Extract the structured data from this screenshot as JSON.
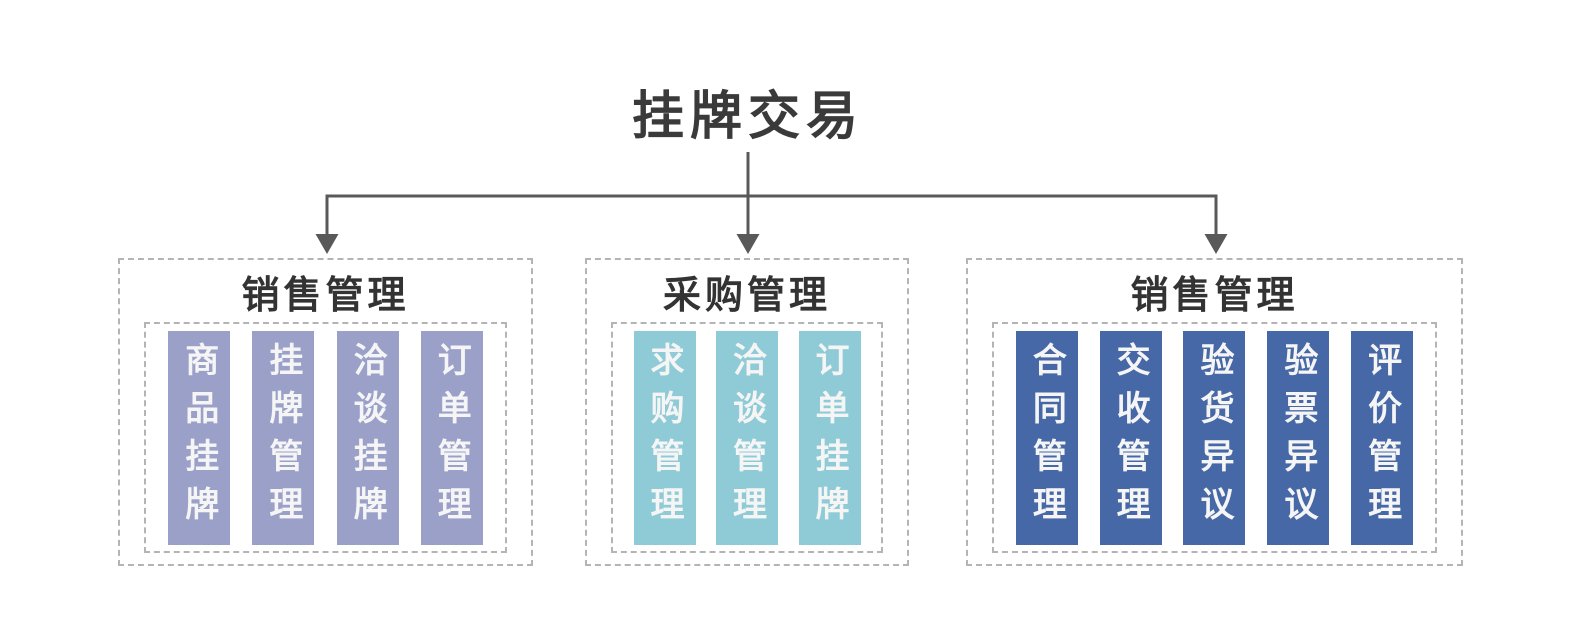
{
  "title": "挂牌交易",
  "colors": {
    "background": "#ffffff",
    "title_text": "#3a3a3a",
    "group_title_text": "#333333",
    "bar_text": "#f5f5f5",
    "connector_line": "#595959",
    "dashed_border": "#b4b4b4"
  },
  "groups": [
    {
      "title": "销售管理",
      "bar_color": "#9ba0c9",
      "items": [
        "商品挂牌",
        "挂牌管理",
        "洽谈挂牌",
        "订单管理"
      ]
    },
    {
      "title": "采购管理",
      "bar_color": "#8fcbd6",
      "items": [
        "求购管理",
        "洽谈管理",
        "订单挂牌"
      ]
    },
    {
      "title": "销售管理",
      "bar_color": "#4768a6",
      "items": [
        "合同管理",
        "交收管理",
        "验货异议",
        "验票异议",
        "评价管理"
      ]
    }
  ]
}
